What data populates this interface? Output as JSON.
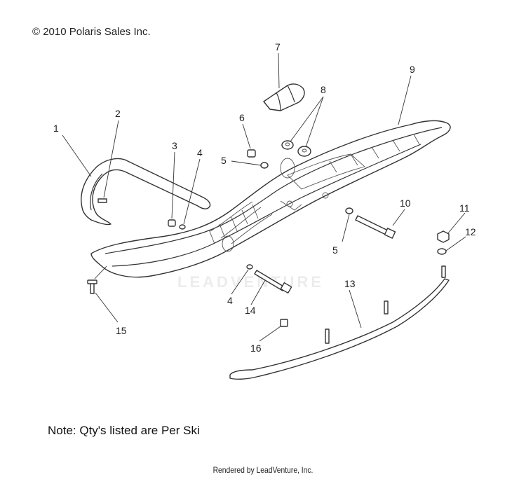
{
  "copyright": "© 2010 Polaris Sales Inc.",
  "note": "Note: Qty's listed are Per Ski",
  "rendered_by": "Rendered by LeadVenture, Inc.",
  "watermark": "LEADVENTURE",
  "callouts": [
    "1",
    "2",
    "3",
    "4",
    "5",
    "6",
    "7",
    "8",
    "9",
    "10",
    "11",
    "12",
    "13",
    "4",
    "5",
    "14",
    "15",
    "16"
  ]
}
